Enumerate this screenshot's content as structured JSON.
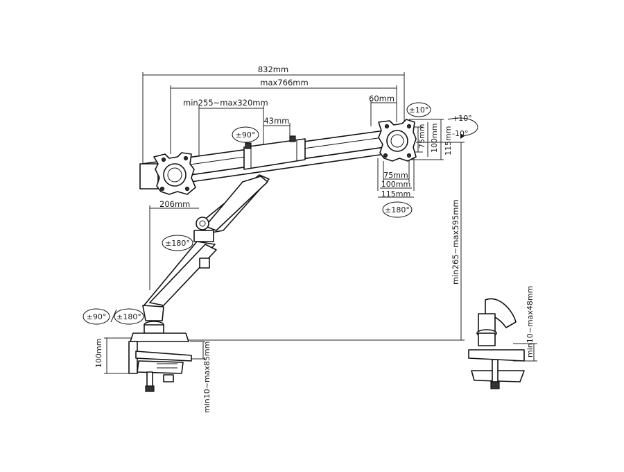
{
  "dimensions": {
    "overall_width": "832mm",
    "max_width": "max766mm",
    "arm_range": "min255~max320mm",
    "center_gap": "43mm",
    "right_offset": "60mm",
    "left_offset": "206mm",
    "vesa_75_h": "75mm",
    "vesa_100_h": "100mm",
    "vesa_115_h": "115mm",
    "vesa_75_w": "75mm",
    "vesa_100_w": "100mm",
    "vesa_115_w": "115mm",
    "height_range": "min265~max595mm",
    "clamp_height": "100mm",
    "clamp_range": "min10~max85mm",
    "grommet_range": "min10~max48mm"
  },
  "rotations": {
    "tilt_top": "±10°",
    "beam_rotate": "±90°",
    "head_rotate": "±180°",
    "mid_rotate": "±180°",
    "base_rotate_90": "±90°",
    "base_rotate_180": "±180°",
    "tilt_up": "+10°",
    "tilt_down": "-10°"
  }
}
